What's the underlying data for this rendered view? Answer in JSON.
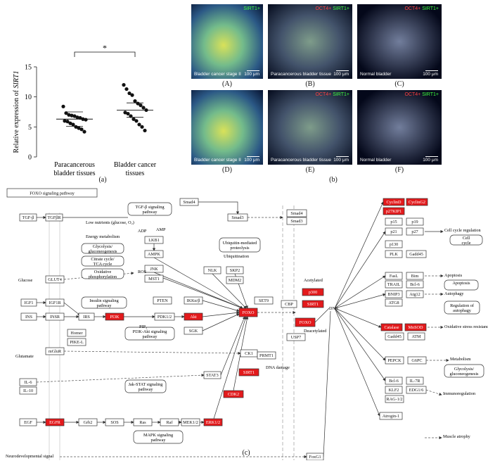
{
  "chart_data": {
    "type": "scatter",
    "categories": [
      "Paracancerous\nbladder tissues",
      "Bladder cancer\ntissues"
    ],
    "ylabel": "Relative expression of SIRT1",
    "ylim": [
      0,
      15
    ],
    "yticks": [
      0,
      5,
      10,
      15
    ],
    "significance": "*",
    "series": [
      {
        "values": [
          8.4,
          7.3,
          7.0,
          6.9,
          6.8,
          6.6,
          6.5,
          6.3,
          6.2,
          6.0,
          5.9,
          5.6,
          5.4,
          5.0,
          4.8,
          4.6,
          4.2
        ],
        "mean": 6.3
      },
      {
        "values": [
          12.0,
          11.3,
          10.6,
          10.3,
          9.3,
          8.9,
          8.6,
          8.2,
          7.8,
          7.4,
          7.2,
          6.8,
          6.3,
          6.0,
          5.4,
          5.0,
          4.4
        ],
        "mean": 7.8
      }
    ]
  },
  "panel_labels": {
    "a": "(a)",
    "b": "(b)",
    "c": "(c)"
  },
  "micrographs": [
    {
      "letter": "(A)",
      "stain": "SIRT1+",
      "tissue": "Bladder cancer stage II",
      "scale": "100 μm",
      "tone": "bright"
    },
    {
      "letter": "(B)",
      "stain": "OCT4+ SIRT1+",
      "tissue": "Paracancerous bladder tissue",
      "scale": "100 μm",
      "tone": "dim"
    },
    {
      "letter": "(C)",
      "stain": "OCT4+ SIRT1+",
      "tissue": "Normal bladder",
      "scale": "100 μm",
      "tone": "dark"
    },
    {
      "letter": "(D)",
      "stain": "",
      "tissue": "Bladder cancer stage II",
      "scale": "100 μm",
      "tone": "bright"
    },
    {
      "letter": "(E)",
      "stain": "OCT4+ SIRT1+",
      "tissue": "Paracancerous bladder tissue",
      "scale": "100 μm",
      "tone": "dim"
    },
    {
      "letter": "(F)",
      "stain": "OCT4+ SIRT1+",
      "tissue": "Normal bladder",
      "scale": "100 μm",
      "tone": "dark"
    }
  ],
  "pathway": {
    "title": "FOXO signaling pathway",
    "nodes": {
      "tgfb": "TGF-β",
      "tgfbr": "TGFβR",
      "tgfb_path": "TGF-β signaling pathway",
      "low_nutrients": "Low nutrients (glucose, O₂)",
      "adp": "ADP",
      "amp": "AMP",
      "energy": "Energy metabolism",
      "glyco": "Glycolysis/ gluconeogenesis",
      "citrate": "Citrate cycle/ TCA cycle",
      "oxphos": "Oxidative phosphorylation",
      "glucose": "Glucose",
      "glut4": "GLUT4",
      "ros": "ROS",
      "lkb1": "LKB1",
      "ampk": "AMPK",
      "jnk": "JNK",
      "mst1": "MST1",
      "nlk": "NLK",
      "skp2": "SKP2",
      "mdm2": "MDM2",
      "ubi_prot": "Ubiquitin-mediated proteolysis",
      "ubiquitination": "Ubiquitination",
      "smad4": "Smad4",
      "smad3": "Smad3",
      "smad4b": "Smad4",
      "smad3b": "Smad3",
      "igf1": "IGF1",
      "igf1r": "IGF1R",
      "ins": "INS",
      "insr": "INSR",
      "irs": "IRS",
      "pi3k": "PI3K",
      "insulin_path": "Insulin signaling pathway",
      "pten": "PTEN",
      "pip3": "PIP₃",
      "pdk12": "PDK1/2",
      "ikk": "IKKα/β",
      "akt": "Akt",
      "sgk": "SGK",
      "pi3k_akt_path": "PI3K-Akt signaling pathway",
      "foxo": "FOXO",
      "set9": "SET9",
      "homer": "Homer",
      "pike": "PIKE-L",
      "glutamate": "Glutamate",
      "mglur": "mGluR",
      "ck1": "CK1",
      "il6": "IL-6",
      "il10": "IL-10",
      "stat3": "STAT3",
      "jakstat_path": "Jak-STAT signaling pathway",
      "egf": "EGF",
      "egfr": "EGFR",
      "grb2": "Grb2",
      "sos": "SOS",
      "ras": "Ras",
      "raf": "Raf",
      "mek12": "MEK1/2",
      "erk12": "ERK1/2",
      "mapk_path": "MAPK signaling pathway",
      "cdk2": "CDK2",
      "prmt1": "PRMT1",
      "sirt1": "SIRT1",
      "cbp": "CBP",
      "p300": "p300",
      "usp7": "USP7",
      "acetylated": "Acetylated",
      "deacetylated": "Deacetylated",
      "dna_damage": "DNA damage",
      "neuro": "Neurodevelopmental signal",
      "foxg1": "FoxG1",
      "dna": "DNA",
      "cyclind": "CyclinD",
      "cyclinG2": "CyclinG2",
      "p27kip": "p27KIP1",
      "p15": "p15",
      "p19": "p19",
      "p21": "p21",
      "p27": "p27",
      "p130": "p130",
      "plk": "PLK",
      "gadd45a": "Gadd45",
      "fasl": "FasL",
      "bim": "Bim",
      "trail": "TRAIL",
      "bcl6a": "Bcl-6",
      "bnip3": "BNIP3",
      "atg12": "Atg12",
      "atg8": "ATG8",
      "catalase": "Catalase",
      "mnsod": "MnSOD",
      "gadd45b": "Gadd45",
      "atm": "ATM",
      "pepck": "PEPCK",
      "g6pc": "G6PC",
      "bcl6b": "Bcl-6",
      "il7r": "IL-7R",
      "klf2": "KLF2",
      "edg1": "EDG1/6",
      "rag12": "RAG-1/2",
      "atrogin": "Atrogin-1"
    },
    "outputs": {
      "ccr": "Cell cycle regulation",
      "cc": "Cell cycle",
      "apop": "Apoptosis",
      "apop_box": "Apoptosis",
      "autoph": "Autophagy",
      "reg_autoph": "Regulation of autophagy",
      "oxstress": "Oxidative stress resistance & DNA repair",
      "metab": "Metabolism",
      "glyco2": "Glycolysis/ gluconeogenesis",
      "immuno": "Immunoregulation",
      "atrophy": "Muscle atrophy"
    }
  }
}
